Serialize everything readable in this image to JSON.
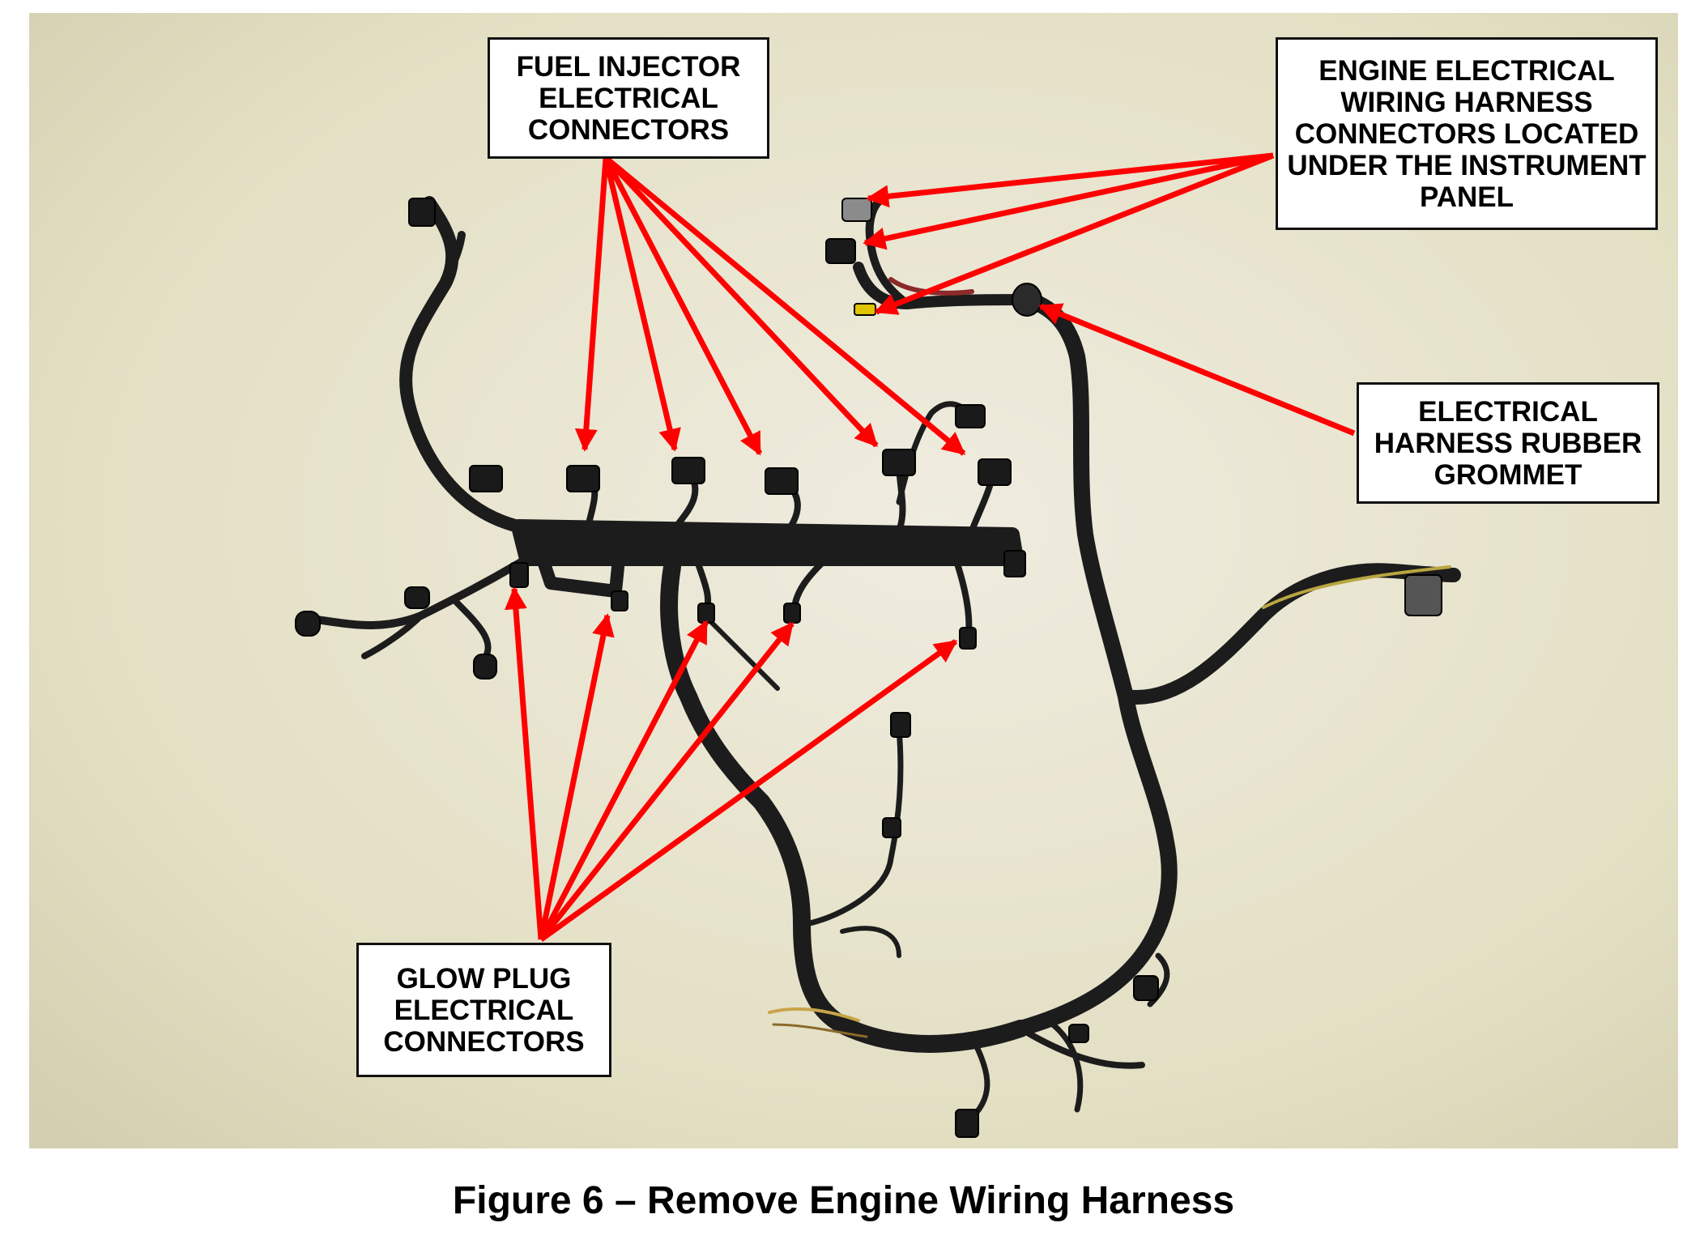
{
  "callouts": {
    "fuel_injector": "FUEL INJECTOR\nELECTRICAL\nCONNECTORS",
    "engine_harness": "ENGINE ELECTRICAL\nWIRING HARNESS\nCONNECTORS LOCATED\nUNDER THE INSTRUMENT\nPANEL",
    "grommet": "ELECTRICAL\nHARNESS RUBBER\nGROMMET",
    "glow_plug": "GLOW PLUG\nELECTRICAL\nCONNECTORS"
  },
  "caption": "Figure 6 – Remove Engine Wiring Harness",
  "colors": {
    "background": "#e6e2c9",
    "arrow": "#ff0000",
    "harness": "#1c1c1c"
  }
}
